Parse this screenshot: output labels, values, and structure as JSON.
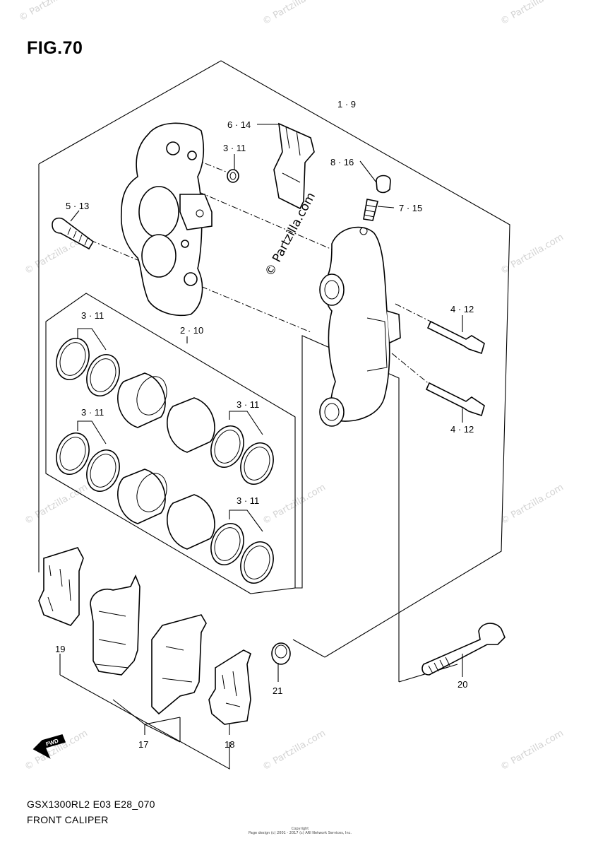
{
  "figure": {
    "title": "FIG.70",
    "model_code": "GSX1300RL2 E03 E28_070",
    "assembly_name": "FRONT CALIPER"
  },
  "callouts": [
    {
      "id": "1-9",
      "label": "1 · 9"
    },
    {
      "id": "6-14",
      "label": "6 · 14"
    },
    {
      "id": "3-11-a",
      "label": "3 · 11"
    },
    {
      "id": "8-16",
      "label": "8 · 16"
    },
    {
      "id": "7-15",
      "label": "7 · 15"
    },
    {
      "id": "5-13",
      "label": "5 · 13"
    },
    {
      "id": "4-12-a",
      "label": "4 · 12"
    },
    {
      "id": "2-10",
      "label": "2 · 10"
    },
    {
      "id": "3-11-b",
      "label": "3 · 11"
    },
    {
      "id": "3-11-c",
      "label": "3 · 11"
    },
    {
      "id": "3-11-d",
      "label": "3 · 11"
    },
    {
      "id": "3-11-e",
      "label": "3 · 11"
    },
    {
      "id": "4-12-b",
      "label": "4 · 12"
    },
    {
      "id": "19",
      "label": "19"
    },
    {
      "id": "21",
      "label": "21"
    },
    {
      "id": "20",
      "label": "20"
    },
    {
      "id": "17",
      "label": "17"
    },
    {
      "id": "18",
      "label": "18"
    }
  ],
  "watermark": {
    "text": "© Partzilla.com",
    "center_text": "© Partzilla.com"
  },
  "direction_marker": {
    "label": "FWD",
    "icon": "front-arrow-icon"
  },
  "copyright_note": {
    "line1": "Copyright",
    "line2": "Page design (c) 2001 - 2017 (c) ARI Network Services, Inc."
  }
}
